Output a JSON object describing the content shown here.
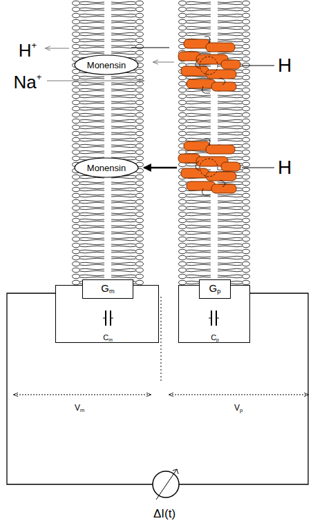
{
  "diagram": {
    "nodes": [
      {
        "text": [
          "Monensin"
        ]
      },
      {
        "text": [
          "Monensin"
        ]
      },
      {
        "text": [
          "Cm"
        ]
      },
      {
        "text": [
          "Gm"
        ],
        "in": 2
      },
      {
        "text": [
          "Cp"
        ]
      },
      {
        "text": [
          "Gp"
        ],
        "in": 4
      }
    ],
    "edges": [
      {
        "from": 2,
        "to": 4,
        "arrow": "none"
      }
    ],
    "labels": [
      "H+",
      "H",
      "Na+",
      "H",
      "Vm",
      "Vp",
      "ΔI(t)"
    ]
  }
}
